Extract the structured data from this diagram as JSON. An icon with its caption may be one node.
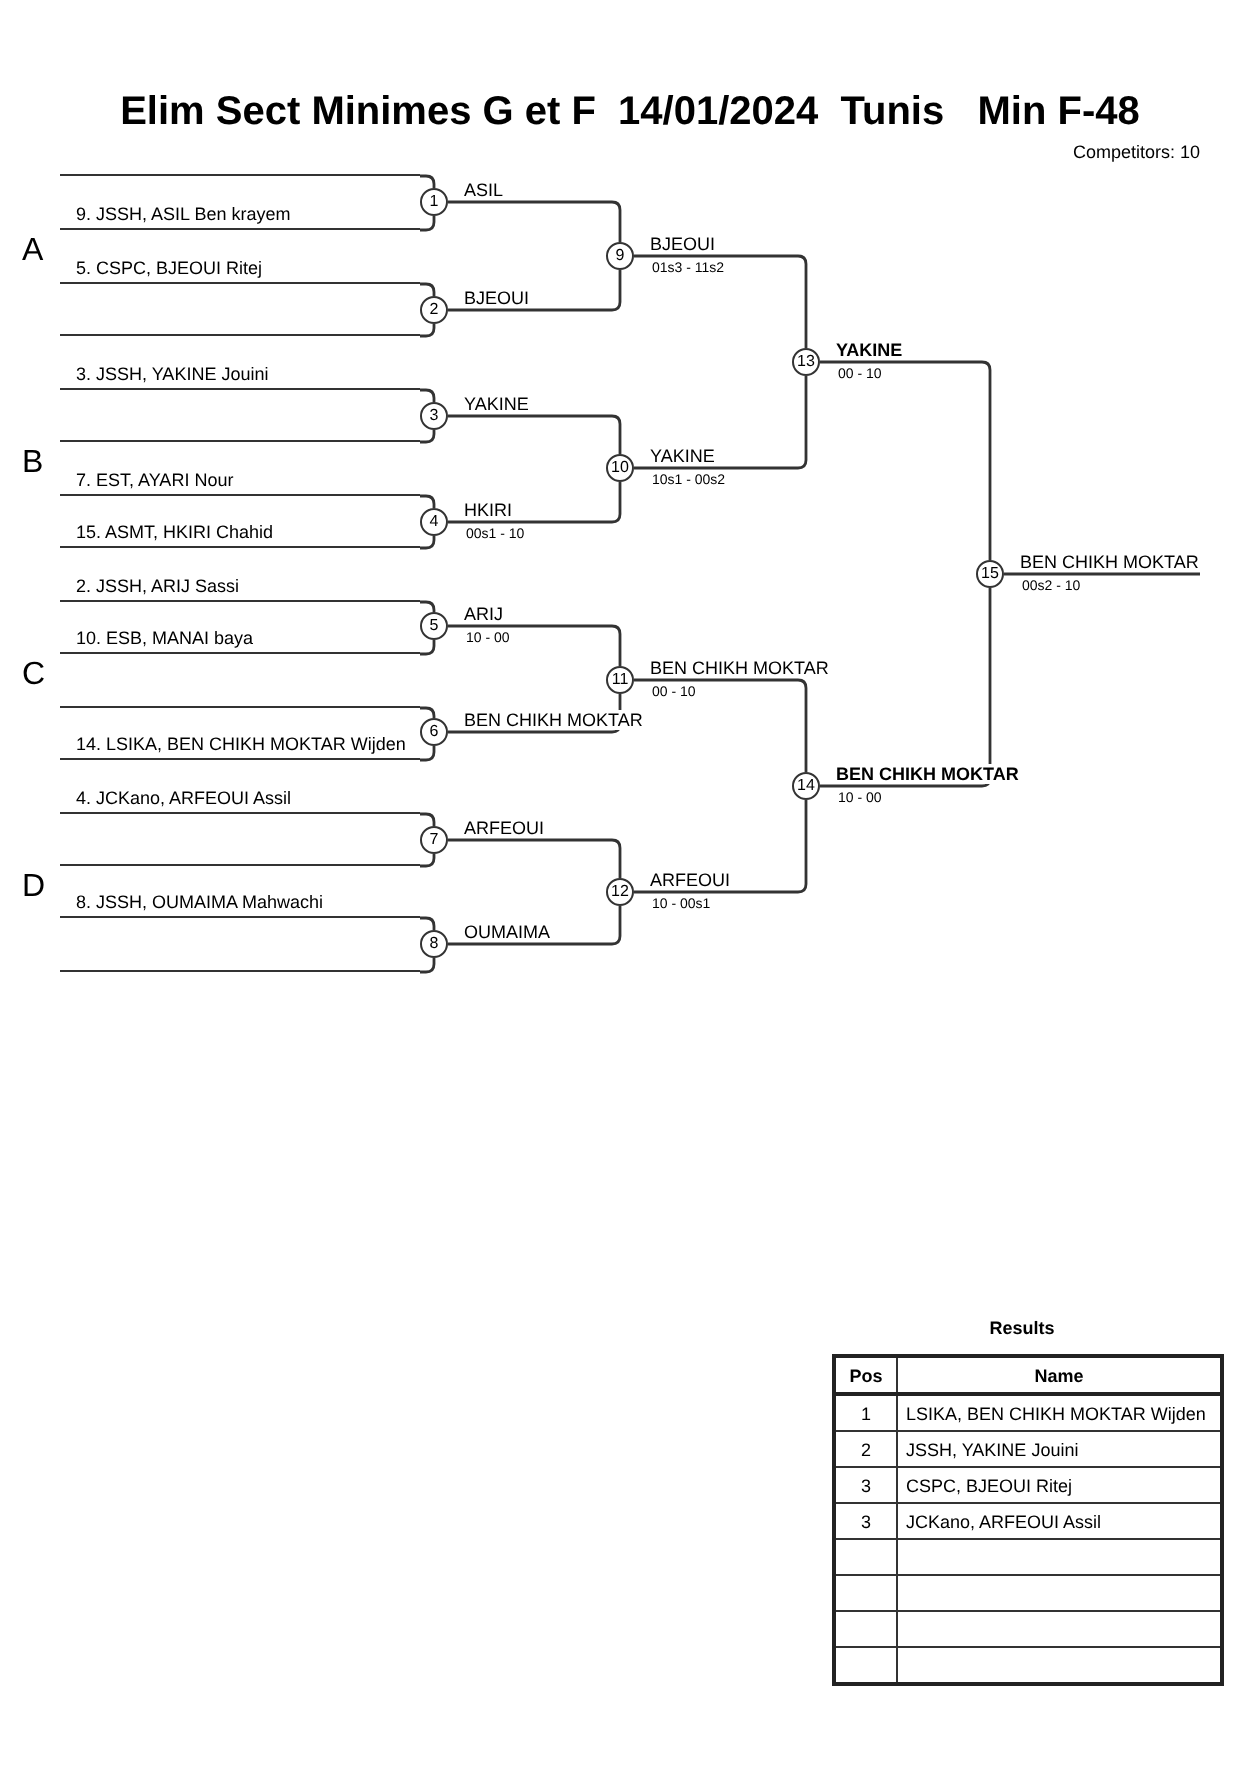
{
  "diagram": {
    "title": "Elim Sect Minimes G et F  14/01/2024  Tunis   Min F-48",
    "nodes": [
      {
        "text": [],
        "shape": "line"
      },
      {
        "text": [
          "9. JSSH, ASIL Ben krayem"
        ]
      },
      {
        "text": [
          "5. CSPC, BJEOUI Ritej"
        ]
      },
      {
        "text": [],
        "shape": "line"
      },
      {
        "text": [
          "3. JSSH, YAKINE Jouini"
        ]
      },
      {
        "text": [],
        "shape": "line"
      },
      {
        "text": [
          "7. EST, AYARI Nour"
        ]
      },
      {
        "text": [
          "15. ASMT, HKIRI Chahid"
        ]
      },
      {
        "text": [
          "2. JSSH, ARIJ Sassi"
        ]
      },
      {
        "text": [
          "10. ESB, MANAI baya"
        ]
      },
      {
        "text": [],
        "shape": "line"
      },
      {
        "text": [
          "14. LSIKA, BEN CHIKH MOKTAR Wijden"
        ]
      },
      {
        "text": [
          "4. JCKano, ARFEOUI Assil"
        ]
      },
      {
        "text": [],
        "shape": "line"
      },
      {
        "text": [
          "8. JSSH, OUMAIMA Mahwachi"
        ]
      },
      {
        "text": [],
        "shape": "line"
      },
      {
        "text": [
          "1"
        ],
        "beside": [
          "ASIL"
        ]
      },
      {
        "text": [
          "2"
        ],
        "beside": [
          "BJEOUI"
        ]
      },
      {
        "text": [
          "3"
        ],
        "beside": [
          "YAKINE"
        ]
      },
      {
        "text": [
          "4"
        ],
        "beside": [
          "HKIRI",
          "00s1 - 10"
        ]
      },
      {
        "text": [
          "5"
        ],
        "beside": [
          "ARIJ",
          "10 - 00"
        ]
      },
      {
        "text": [
          "6"
        ],
        "beside": [
          "BEN CHIKH MOKTAR"
        ]
      },
      {
        "text": [
          "7"
        ],
        "beside": [
          "ARFEOUI"
        ]
      },
      {
        "text": [
          "8"
        ],
        "beside": [
          "OUMAIMA"
        ]
      },
      {
        "text": [
          "9"
        ],
        "beside": [
          "BJEOUI",
          "01s3 - 11s2"
        ]
      },
      {
        "text": [
          "10"
        ],
        "beside": [
          "YAKINE",
          "10s1 - 00s2"
        ]
      },
      {
        "text": [
          "11"
        ],
        "beside": [
          "BEN CHIKH MOKTAR",
          "00 - 10"
        ]
      },
      {
        "text": [
          "12"
        ],
        "beside": [
          "ARFEOUI",
          "10 - 00s1"
        ]
      },
      {
        "text": [
          "13"
        ],
        "beside": [
          "YAKINE",
          "00 - 10"
        ]
      },
      {
        "text": [
          "14"
        ],
        "beside": [
          "BEN CHIKH MOKTAR",
          "10 - 00"
        ]
      },
      {
        "text": [
          "15"
        ],
        "beside": [
          "BEN CHIKH MOKTAR",
          "00s2 - 10"
        ]
      }
    ],
    "edges": [
      {
        "from": 0,
        "to": 16,
        "arrow": "none"
      },
      {
        "from": 1,
        "to": 16,
        "arrow": "none"
      },
      {
        "from": 2,
        "to": 17,
        "arrow": "none"
      },
      {
        "from": 3,
        "to": 17,
        "arrow": "none"
      },
      {
        "from": 4,
        "to": 18,
        "arrow": "none"
      },
      {
        "from": 5,
        "to": 18,
        "arrow": "none"
      },
      {
        "from": 6,
        "to": 19,
        "arrow": "none"
      },
      {
        "from": 7,
        "to": 19,
        "arrow": "none"
      },
      {
        "from": 8,
        "to": 20,
        "arrow": "none"
      },
      {
        "from": 9,
        "to": 20,
        "arrow": "none"
      },
      {
        "from": 10,
        "to": 21,
        "arrow": "none"
      },
      {
        "from": 11,
        "to": 21,
        "arrow": "none"
      },
      {
        "from": 12,
        "to": 22,
        "arrow": "none"
      },
      {
        "from": 13,
        "to": 22,
        "arrow": "none"
      },
      {
        "from": 14,
        "to": 23,
        "arrow": "none"
      },
      {
        "from": 15,
        "to": 23,
        "arrow": "none"
      },
      {
        "from": 16,
        "to": 24,
        "arrow": "none"
      },
      {
        "from": 17,
        "to": 24,
        "arrow": "none"
      },
      {
        "from": 18,
        "to": 25,
        "arrow": "none"
      },
      {
        "from": 19,
        "to": 25,
        "arrow": "none"
      },
      {
        "from": 20,
        "to": 26,
        "arrow": "none"
      },
      {
        "from": 21,
        "to": 26,
        "arrow": "none"
      },
      {
        "from": 22,
        "to": 27,
        "arrow": "none"
      },
      {
        "from": 23,
        "to": 27,
        "arrow": "none"
      },
      {
        "from": 24,
        "to": 28,
        "arrow": "none"
      },
      {
        "from": 25,
        "to": 28,
        "arrow": "none"
      },
      {
        "from": 26,
        "to": 29,
        "arrow": "none"
      },
      {
        "from": 27,
        "to": 29,
        "arrow": "none"
      },
      {
        "from": 28,
        "to": 30,
        "arrow": "none"
      },
      {
        "from": 29,
        "to": 30,
        "arrow": "none"
      },
      {
        "from": 30,
        "to": null,
        "arrow": "none"
      }
    ],
    "labels": [
      "Competitors: 10",
      "A",
      "B",
      "C",
      "D",
      "Results",
      "Pos",
      "Name",
      "1",
      "LSIKA, BEN CHIKH MOKTAR Wijden",
      "2",
      "JSSH, YAKINE Jouini",
      "3",
      "CSPC, BJEOUI Ritej",
      "3",
      "JCKano, ARFEOUI Assil"
    ]
  }
}
